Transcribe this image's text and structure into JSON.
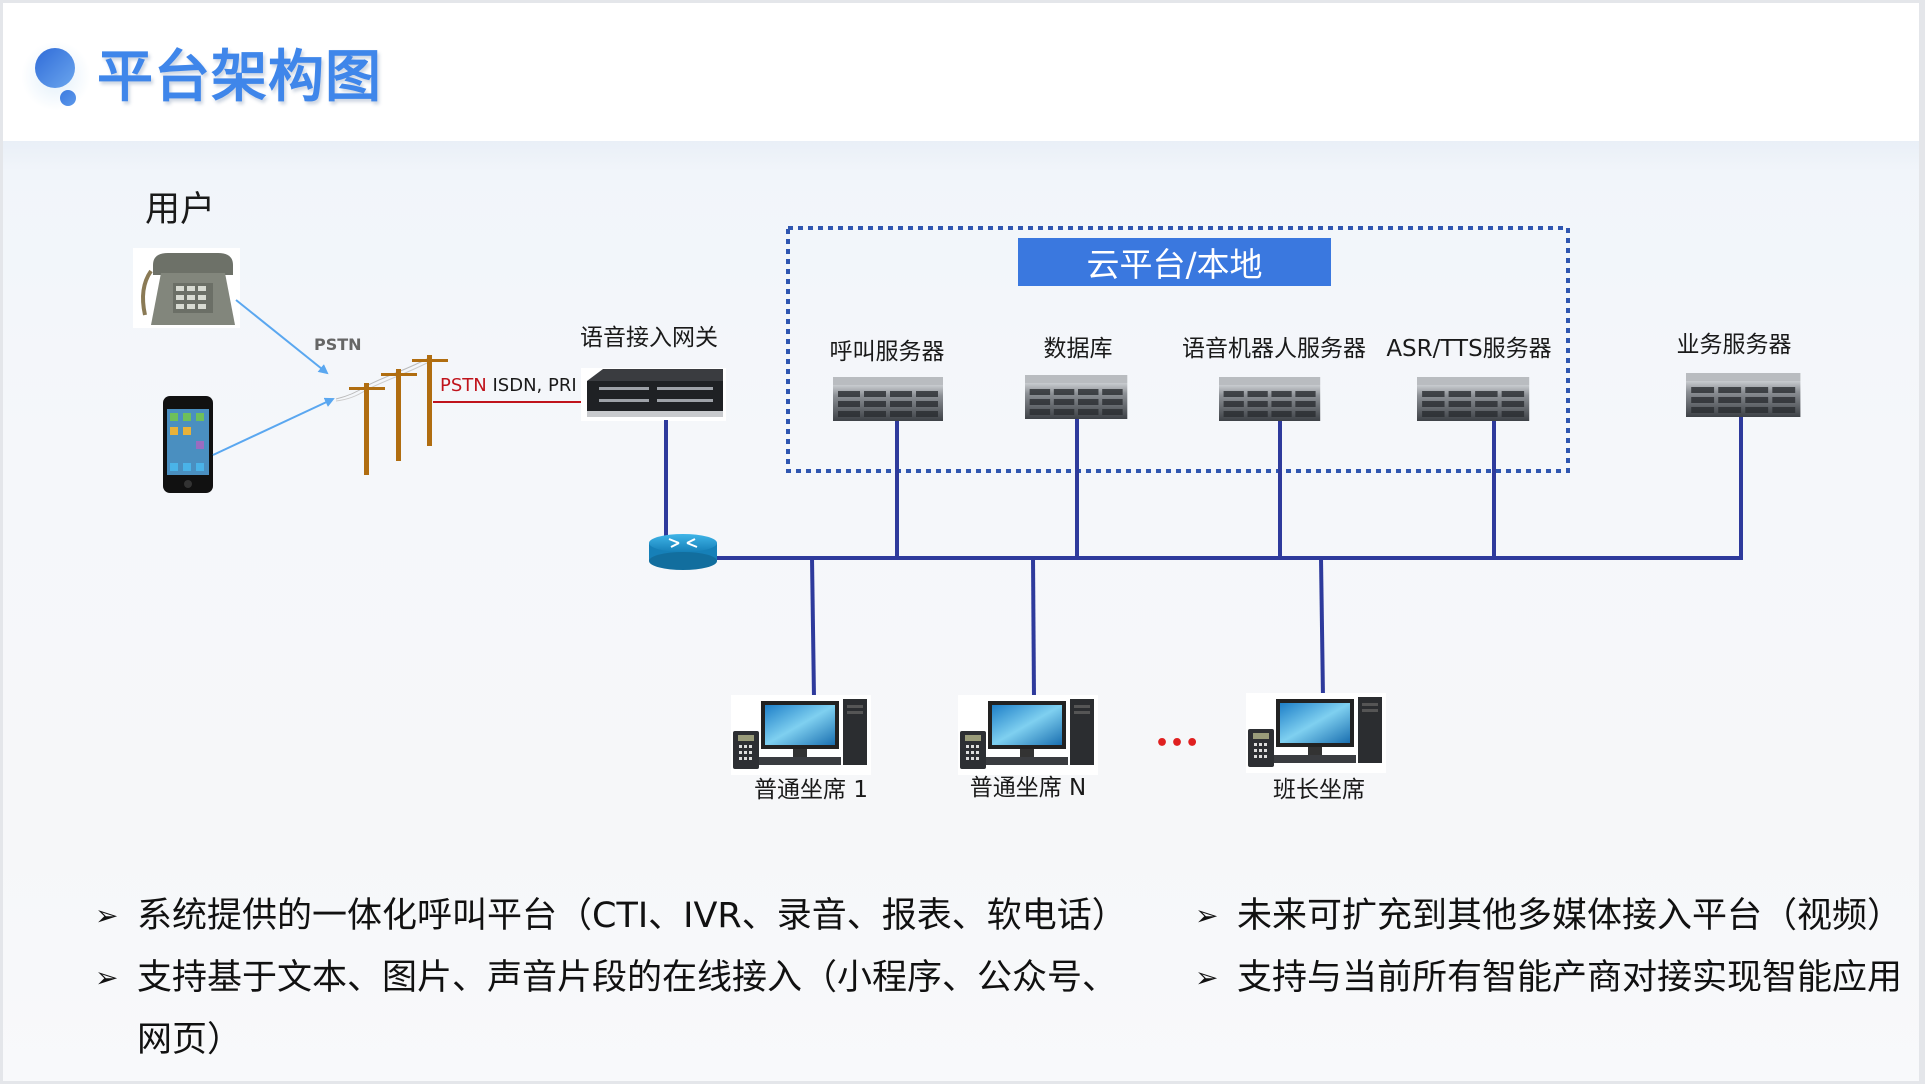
{
  "header": {
    "title": "平台架构图"
  },
  "diagram": {
    "user_label": "用户",
    "pstn_label": "PSTN",
    "trunk_label_red": "PSTN",
    "trunk_label_black": " ISDN, PRI",
    "gateway_label": "语音接入网关",
    "cloud_label": "云平台/本地",
    "servers": [
      {
        "label": "呼叫服务器"
      },
      {
        "label": "数据库"
      },
      {
        "label": "语音机器人服务器"
      },
      {
        "label": "ASR/TTS服务器"
      }
    ],
    "business_server_label": "业务服务器",
    "workstations": [
      {
        "label": "普通坐席 1"
      },
      {
        "label": "普通坐席 N"
      },
      {
        "label": "班长坐席"
      }
    ],
    "ellipsis": "•••",
    "colors": {
      "accent": "#3a78df",
      "title": "#3f86ea",
      "network_line": "#2e3a9c",
      "dotted_border": "#2f56b0",
      "pstn_arrow": "#5aa7f0",
      "trunk_line": "#c0141c",
      "pole": "#b06d10",
      "ellipsis": "#e02020"
    }
  },
  "bullets": {
    "left": [
      "系统提供的一体化呼叫平台（CTI、IVR、录音、报表、软电话）",
      "支持基于文本、图片、声音片段的在线接入（小程序、公众号、",
      "网页）"
    ],
    "right": [
      "未来可扩充到其他多媒体接入平台（视频）",
      "支持与当前所有智能产商对接实现智能应用"
    ],
    "arrow_icon": "➢"
  }
}
